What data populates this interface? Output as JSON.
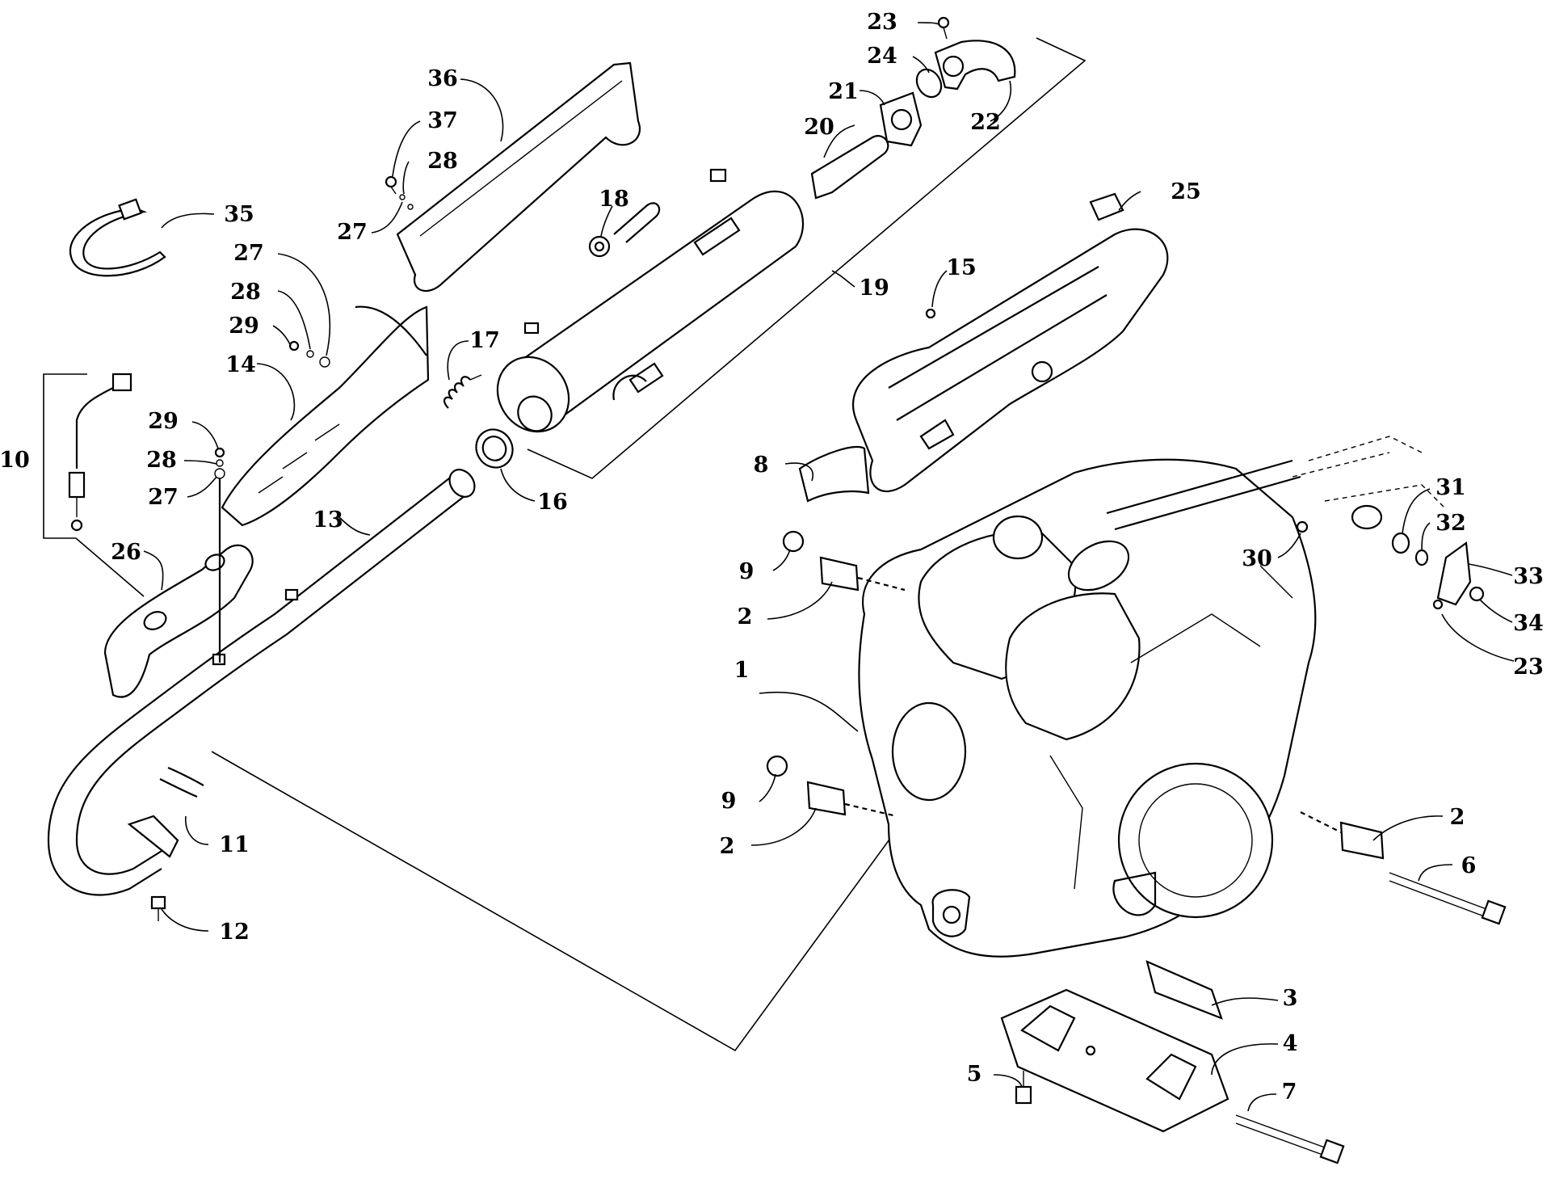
{
  "callouts": [
    {
      "id": "1",
      "label": "1"
    },
    {
      "id": "2a",
      "label": "2"
    },
    {
      "id": "2b",
      "label": "2"
    },
    {
      "id": "2c",
      "label": "2"
    },
    {
      "id": "3",
      "label": "3"
    },
    {
      "id": "4",
      "label": "4"
    },
    {
      "id": "5",
      "label": "5"
    },
    {
      "id": "6",
      "label": "6"
    },
    {
      "id": "7",
      "label": "7"
    },
    {
      "id": "8",
      "label": "8"
    },
    {
      "id": "9a",
      "label": "9"
    },
    {
      "id": "9b",
      "label": "9"
    },
    {
      "id": "10",
      "label": "10"
    },
    {
      "id": "11",
      "label": "11"
    },
    {
      "id": "12",
      "label": "12"
    },
    {
      "id": "13",
      "label": "13"
    },
    {
      "id": "14",
      "label": "14"
    },
    {
      "id": "15",
      "label": "15"
    },
    {
      "id": "16",
      "label": "16"
    },
    {
      "id": "17",
      "label": "17"
    },
    {
      "id": "18",
      "label": "18"
    },
    {
      "id": "19",
      "label": "19"
    },
    {
      "id": "20",
      "label": "20"
    },
    {
      "id": "21",
      "label": "21"
    },
    {
      "id": "22",
      "label": "22"
    },
    {
      "id": "23a",
      "label": "23"
    },
    {
      "id": "23b",
      "label": "23"
    },
    {
      "id": "24",
      "label": "24"
    },
    {
      "id": "25",
      "label": "25"
    },
    {
      "id": "26",
      "label": "26"
    },
    {
      "id": "27a",
      "label": "27"
    },
    {
      "id": "27b",
      "label": "27"
    },
    {
      "id": "27c",
      "label": "27"
    },
    {
      "id": "28a",
      "label": "28"
    },
    {
      "id": "28b",
      "label": "28"
    },
    {
      "id": "28c",
      "label": "28"
    },
    {
      "id": "29a",
      "label": "29"
    },
    {
      "id": "29b",
      "label": "29"
    },
    {
      "id": "30",
      "label": "30"
    },
    {
      "id": "31",
      "label": "31"
    },
    {
      "id": "32",
      "label": "32"
    },
    {
      "id": "33",
      "label": "33"
    },
    {
      "id": "34",
      "label": "34"
    },
    {
      "id": "35",
      "label": "35"
    },
    {
      "id": "36",
      "label": "36"
    },
    {
      "id": "37",
      "label": "37"
    }
  ],
  "colors": {
    "line": "#000000",
    "background": "#ffffff"
  }
}
